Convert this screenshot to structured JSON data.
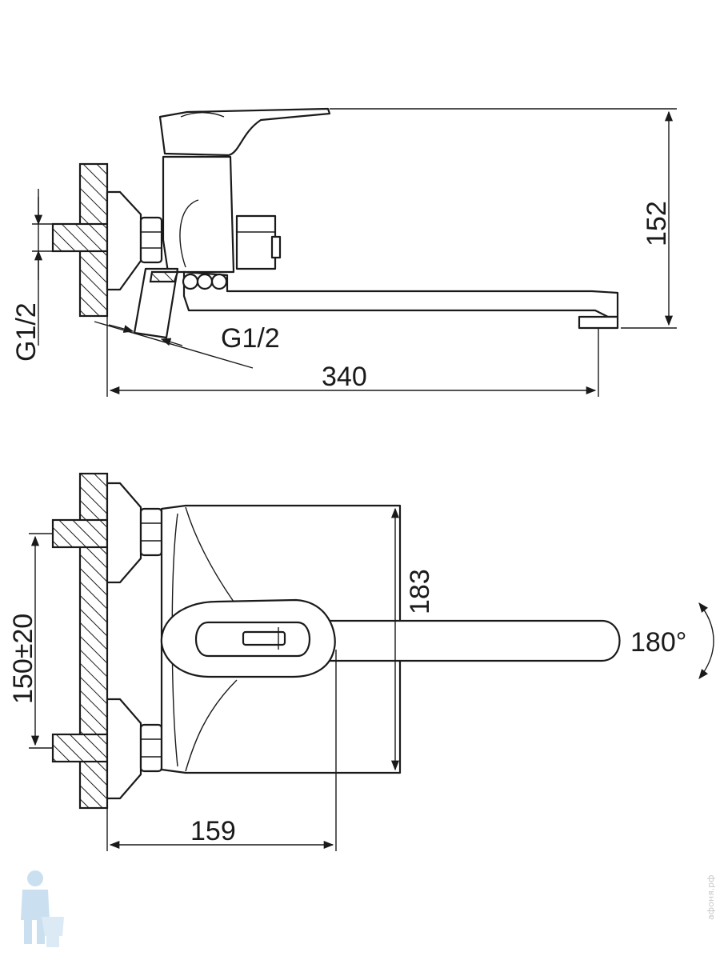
{
  "diagram": {
    "top_view": {
      "thread_inlet_label": "G1/2",
      "thread_eccentric_label": "G1/2",
      "height_label": "152",
      "length_label": "340"
    },
    "front_view": {
      "centers_label": "150±20",
      "height_label": "183",
      "rotation_label": "180°",
      "depth_label": "159"
    },
    "watermark": {
      "text": "афоня.рф",
      "logo_icon": "plumber-mascot-icon"
    }
  }
}
